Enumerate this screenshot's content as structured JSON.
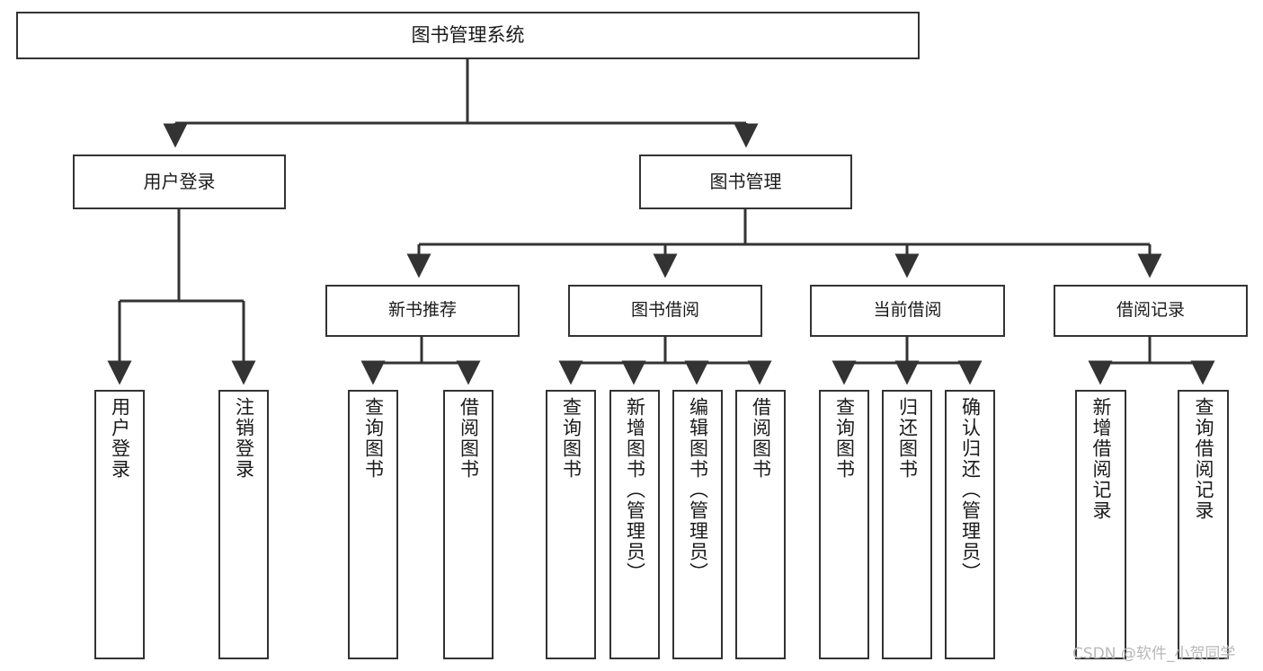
{
  "diagram": {
    "type": "tree",
    "title": "图书管理系统",
    "orientation": "top-down",
    "background_color": "#ffffff",
    "box_border_color": "#333333",
    "box_fill_color": "#ffffff",
    "text_color": "#1a1a1a",
    "edge_color": "#333333"
  },
  "root": {
    "label": "图书管理系统"
  },
  "level1": [
    {
      "label": "用户登录"
    },
    {
      "label": "图书管理"
    }
  ],
  "level2": [
    {
      "label": "新书推荐"
    },
    {
      "label": "图书借阅"
    },
    {
      "label": "当前借阅"
    },
    {
      "label": "借阅记录"
    }
  ],
  "leaves": {
    "user_login": [
      {
        "label": "用户登录"
      },
      {
        "label": "注销登录"
      }
    ],
    "new_book_recommend": [
      {
        "label": "查询图书"
      },
      {
        "label": "借阅图书"
      }
    ],
    "book_borrow": [
      {
        "label": "查询图书"
      },
      {
        "label": "新增图书（管理员）"
      },
      {
        "label": "编辑图书（管理员）"
      },
      {
        "label": "借阅图书"
      }
    ],
    "current_borrow": [
      {
        "label": "查询图书"
      },
      {
        "label": "归还图书"
      },
      {
        "label": "确认归还（管理员）"
      }
    ],
    "borrow_record": [
      {
        "label": "新增借阅记录"
      },
      {
        "label": "查询借阅记录"
      }
    ]
  },
  "watermark": {
    "text": "CSDN @软件_小贺同学"
  }
}
